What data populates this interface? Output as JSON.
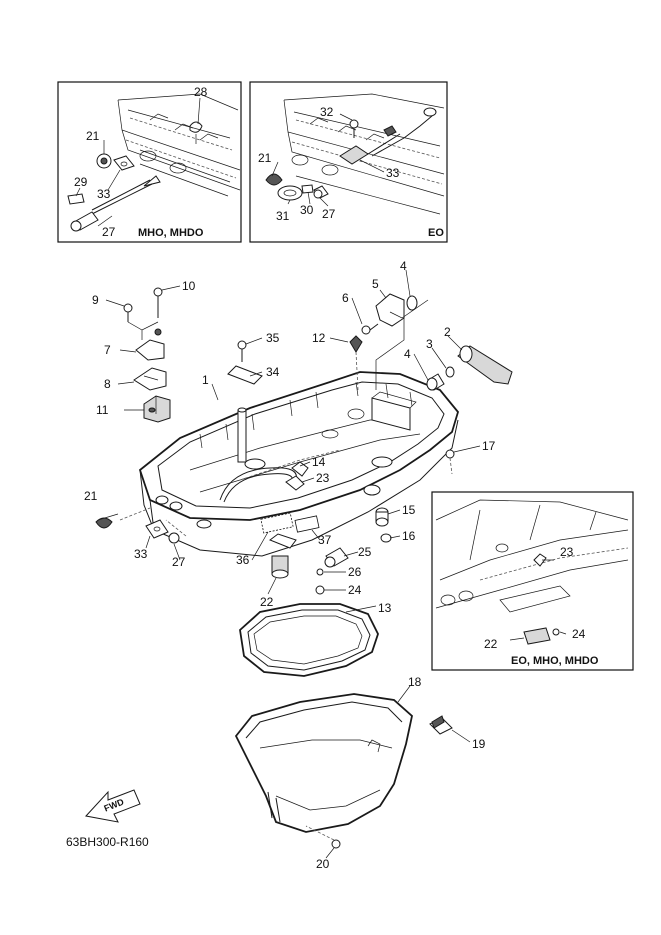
{
  "diagram": {
    "drawing_code": "63BH300-R160",
    "fwd_label": "FWD",
    "inset_labels": {
      "top_left": "MHO, MHDO",
      "top_right": "EO",
      "bottom_right": "EO, MHO, MHDO"
    },
    "callouts": {
      "c1": "1",
      "c2": "2",
      "c3": "3",
      "c4a": "4",
      "c4b": "4",
      "c5": "5",
      "c6": "6",
      "c7": "7",
      "c8": "8",
      "c9": "9",
      "c10": "10",
      "c11": "11",
      "c12": "12",
      "c13": "13",
      "c14": "14",
      "c15": "15",
      "c16": "16",
      "c17": "17",
      "c18": "18",
      "c19": "19",
      "c20": "20",
      "c21": "21",
      "c22": "22",
      "c23": "23",
      "c24": "24",
      "c25": "25",
      "c26": "26",
      "c27": "27",
      "c33": "33",
      "c34": "34",
      "c35": "35",
      "c36": "36",
      "c37": "37",
      "tl21": "21",
      "tl28": "28",
      "tl29": "29",
      "tl33": "33",
      "tl27": "27",
      "tr32": "32",
      "tr21": "21",
      "tr33": "33",
      "tr31": "31",
      "tr30": "30",
      "tr27": "27",
      "br23": "23",
      "br22": "22",
      "br24": "24"
    }
  }
}
